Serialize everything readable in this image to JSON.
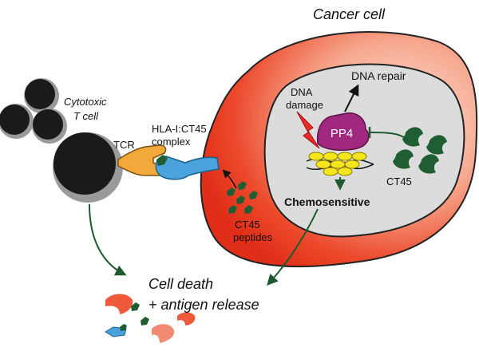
{
  "labels": {
    "cancer_cell": "Cancer cell",
    "cytotoxic_line1": "Cytotoxic",
    "cytotoxic_line2": "T cell",
    "tcr": "TCR",
    "hla_line1": "HLA-I:CT45",
    "hla_line2": "complex",
    "dna_damage_line1": "DNA",
    "dna_damage_line2": "damage",
    "dna_repair": "DNA repair",
    "pp4": "PP4",
    "ct45": "CT45",
    "chemosensitive": "Chemosensitive",
    "ct45_peptides_line1": "CT45",
    "ct45_peptides_line2": "peptides",
    "cell_death": "Cell death",
    "antigen_release": "+ antigen release"
  },
  "colors": {
    "tumor_red": "#e8321f",
    "tumor_light": "#f7b8a4",
    "nucleus_gray": "#dcdcdc",
    "tcell_black": "#1a1a1a",
    "tcr_orange": "#f2a83a",
    "hla_blue": "#4aa3dc",
    "ct45_green": "#1f5e33",
    "pp4_purple": "#a0297f",
    "dna_yellow": "#f4e51c",
    "arrow_green": "#1e5a30",
    "lightning": "#ee2a24"
  }
}
